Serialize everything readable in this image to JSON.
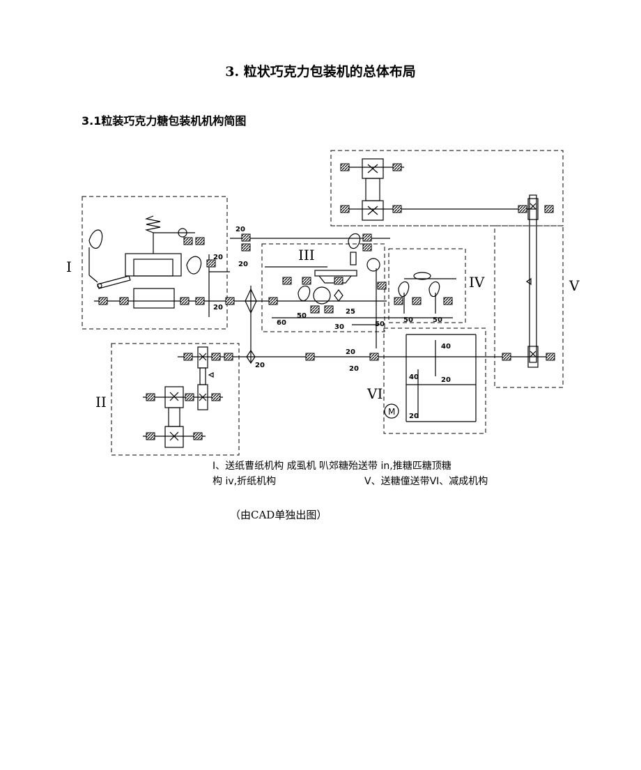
{
  "document": {
    "heading": "3.  粒状巧克力包装机的总体布局",
    "subheading": "3.1粒装巧克力糖包装机机构简图",
    "source_note": "（由CAD单独出图）"
  },
  "diagram": {
    "mechanism_markers": [
      "I",
      "II",
      "III",
      "IV",
      "V",
      "VI"
    ],
    "dimension_labels": [
      "20",
      "20",
      "20",
      "20",
      "60",
      "50",
      "25",
      "30",
      "50",
      "50",
      "50",
      "20",
      "20",
      "20",
      "40",
      "40",
      "20",
      "20"
    ],
    "motor_symbol": "M",
    "gear_symbol": "×"
  },
  "legend": {
    "line1": "I、送纸曹纸机构 成虱机   叭郊糖殆送带  in,推糖匹糖顶糖",
    "line2_left": "构 iv,折纸机构",
    "line2_right": "V、送糖僮送带VI、减成机构"
  }
}
